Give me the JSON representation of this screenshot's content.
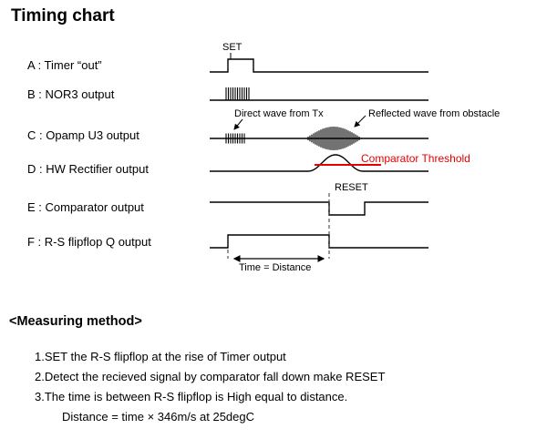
{
  "title": "Timing chart",
  "colors": {
    "line": "#000000",
    "threshold_red": "#e60000"
  },
  "signals": [
    {
      "label": "A : Timer “out”"
    },
    {
      "label": "B : NOR3 output"
    },
    {
      "label": "C : Opamp U3 output"
    },
    {
      "label": "D : HW Rectifier output"
    },
    {
      "label": "E : Comparator output"
    },
    {
      "label": "F : R-S flipflop Q output"
    }
  ],
  "annotations": {
    "set": "SET",
    "reset": "RESET",
    "direct_wave": "Direct wave from Tx",
    "reflected_wave": "Reflected wave from obstacle",
    "comparator_threshold": "Comparator Threshold",
    "time_distance": "Time = Distance"
  },
  "measuring_method": {
    "heading": "<Measuring method>",
    "steps": [
      "1.SET the R-S flipflop at the rise of Timer output",
      "2.Detect the recieved signal by comparator fall down make RESET",
      "3.The time is between R-S flipflop is High equal to distance."
    ],
    "formula": "Distance = time × 346m/s at 25degC"
  }
}
